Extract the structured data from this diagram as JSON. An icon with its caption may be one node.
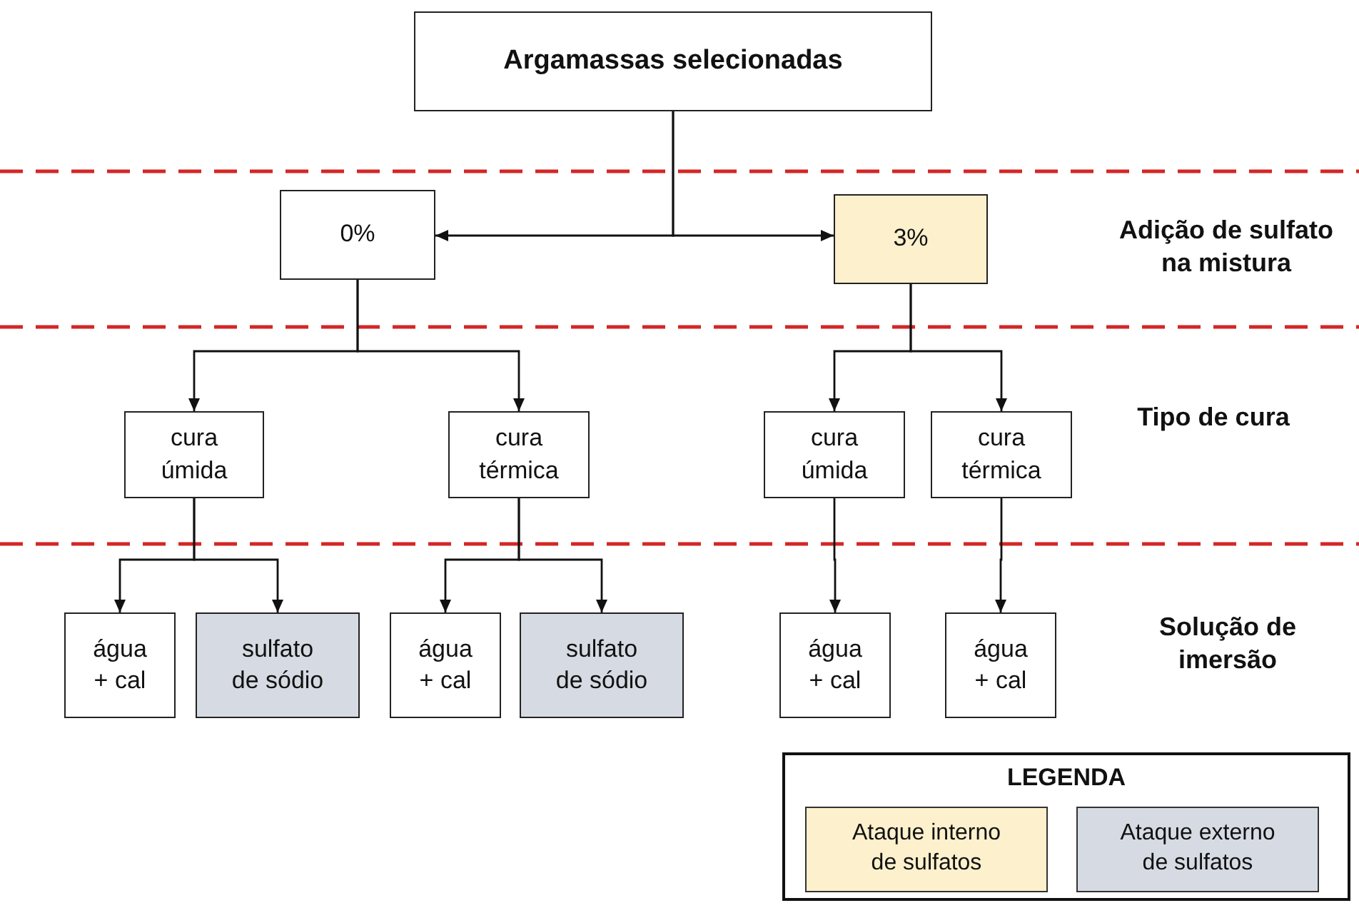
{
  "diagram": {
    "nodes": [
      {
        "text": [
          "Argamassas selecionadas"
        ]
      },
      {
        "text": [
          "0%"
        ]
      },
      {
        "text": [
          "3%"
        ]
      },
      {
        "text": [
          "cura úmida"
        ]
      },
      {
        "text": [
          "cura térmica"
        ]
      },
      {
        "text": [
          "cura úmida"
        ]
      },
      {
        "text": [
          "cura térmica"
        ]
      },
      {
        "text": [
          "água + cal"
        ]
      },
      {
        "text": [
          "sulfato de sódio"
        ]
      },
      {
        "text": [
          "água + cal"
        ]
      },
      {
        "text": [
          "sulfato de sódio"
        ]
      },
      {
        "text": [
          "água + cal"
        ]
      },
      {
        "text": [
          "água + cal"
        ]
      }
    ],
    "edges": [
      {
        "from": 0,
        "to": 1,
        "arrow": "to"
      },
      {
        "from": 0,
        "to": 2,
        "arrow": "to"
      },
      {
        "from": 1,
        "to": 3,
        "arrow": "to"
      },
      {
        "from": 1,
        "to": 4,
        "arrow": "to"
      },
      {
        "from": 2,
        "to": 5,
        "arrow": "to"
      },
      {
        "from": 2,
        "to": 6,
        "arrow": "to"
      },
      {
        "from": 3,
        "to": 7,
        "arrow": "to"
      },
      {
        "from": 3,
        "to": 8,
        "arrow": "to"
      },
      {
        "from": 4,
        "to": 9,
        "arrow": "to"
      },
      {
        "from": 4,
        "to": 10,
        "arrow": "to"
      },
      {
        "from": 5,
        "to": 11,
        "arrow": "to"
      },
      {
        "from": 6,
        "to": 12,
        "arrow": "to"
      }
    ],
    "labels": [
      "Adição de sulfato na mistura",
      "Tipo de cura",
      "Solução de imersão",
      "LEGENDA"
    ],
    "legend": [
      {
        "text": "Ataque interno de sulfatos",
        "color": "#fdf0cc"
      },
      {
        "text": "Ataque externo de sulfatos",
        "color": "#d6dbe3"
      }
    ]
  }
}
